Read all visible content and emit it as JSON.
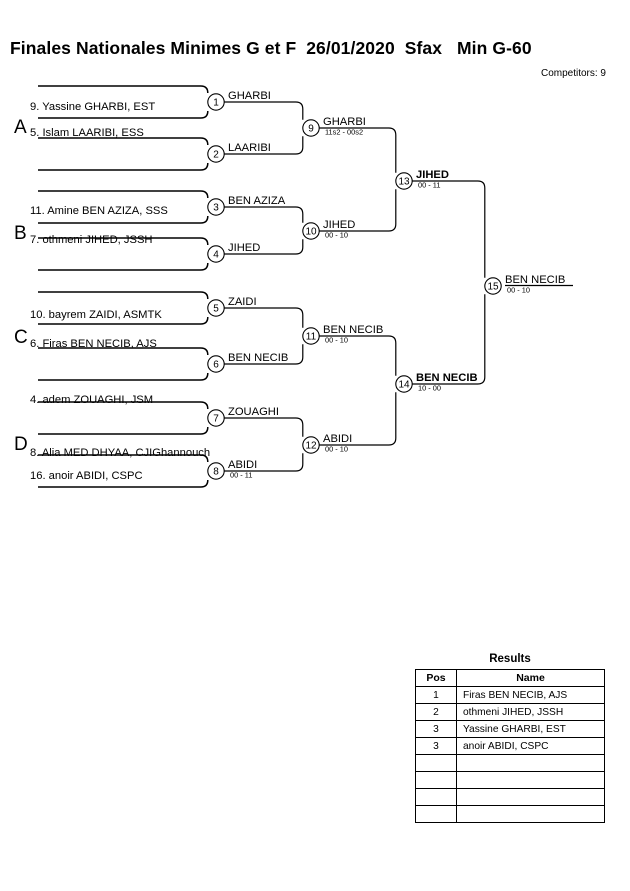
{
  "header": {
    "title": "Finales Nationales Minimes G et F  26/01/2020  Sfax   Min G-60",
    "competitors": "Competitors: 9"
  },
  "bracket": {
    "sections": [
      {
        "id": "A",
        "label": "A"
      },
      {
        "id": "B",
        "label": "B"
      },
      {
        "id": "C",
        "label": "C"
      },
      {
        "id": "D",
        "label": "D"
      }
    ],
    "players": [
      {
        "id": "p1",
        "label": "9. Yassine GHARBI, EST"
      },
      {
        "id": "p2",
        "label": "5. Islam LAARIBI, ESS"
      },
      {
        "id": "p3",
        "label": "11. Amine BEN AZIZA, SSS"
      },
      {
        "id": "p4",
        "label": "7. othmeni JIHED, JSSH"
      },
      {
        "id": "p5",
        "label": "10. bayrem ZAIDI, ASMTK"
      },
      {
        "id": "p6",
        "label": "6. Firas BEN NECIB, AJS"
      },
      {
        "id": "p7",
        "label": "4. adem ZOUAGHI, JSM"
      },
      {
        "id": "p8",
        "label": "8. Alia MED DHYAA, CJIGhannouch"
      },
      {
        "id": "p9",
        "label": "16. anoir ABIDI, CSPC"
      }
    ],
    "matches": [
      {
        "num": "1",
        "winner": "GHARBI",
        "score": "",
        "bold": false
      },
      {
        "num": "2",
        "winner": "LAARIBI",
        "score": "",
        "bold": false
      },
      {
        "num": "3",
        "winner": "BEN AZIZA",
        "score": "",
        "bold": false
      },
      {
        "num": "4",
        "winner": "JIHED",
        "score": "",
        "bold": false
      },
      {
        "num": "5",
        "winner": "ZAIDI",
        "score": "",
        "bold": false
      },
      {
        "num": "6",
        "winner": "BEN NECIB",
        "score": "",
        "bold": false
      },
      {
        "num": "7",
        "winner": "ZOUAGHI",
        "score": "",
        "bold": false
      },
      {
        "num": "8",
        "winner": "ABIDI",
        "score": "00 - 11",
        "bold": false
      },
      {
        "num": "9",
        "winner": "GHARBI",
        "score": "11s2 - 00s2",
        "bold": false
      },
      {
        "num": "10",
        "winner": "JIHED",
        "score": "00 - 10",
        "bold": false
      },
      {
        "num": "11",
        "winner": "BEN NECIB",
        "score": "00 - 10",
        "bold": false
      },
      {
        "num": "12",
        "winner": "ABIDI",
        "score": "00 - 10",
        "bold": false
      },
      {
        "num": "13",
        "winner": "JIHED",
        "score": "00 - 11",
        "bold": true
      },
      {
        "num": "14",
        "winner": "BEN NECIB",
        "score": "10 - 00",
        "bold": true
      },
      {
        "num": "15",
        "winner": "BEN NECIB",
        "score": "00 - 10",
        "bold": false
      }
    ]
  },
  "results": {
    "title": "Results",
    "columns": [
      "Pos",
      "Name"
    ],
    "rows": [
      {
        "pos": "1",
        "name": "Firas BEN NECIB, AJS"
      },
      {
        "pos": "2",
        "name": "othmeni JIHED, JSSH"
      },
      {
        "pos": "3",
        "name": "Yassine GHARBI, EST"
      },
      {
        "pos": "3",
        "name": "anoir ABIDI, CSPC"
      },
      {
        "pos": "",
        "name": ""
      },
      {
        "pos": "",
        "name": ""
      },
      {
        "pos": "",
        "name": ""
      },
      {
        "pos": "",
        "name": ""
      }
    ]
  }
}
